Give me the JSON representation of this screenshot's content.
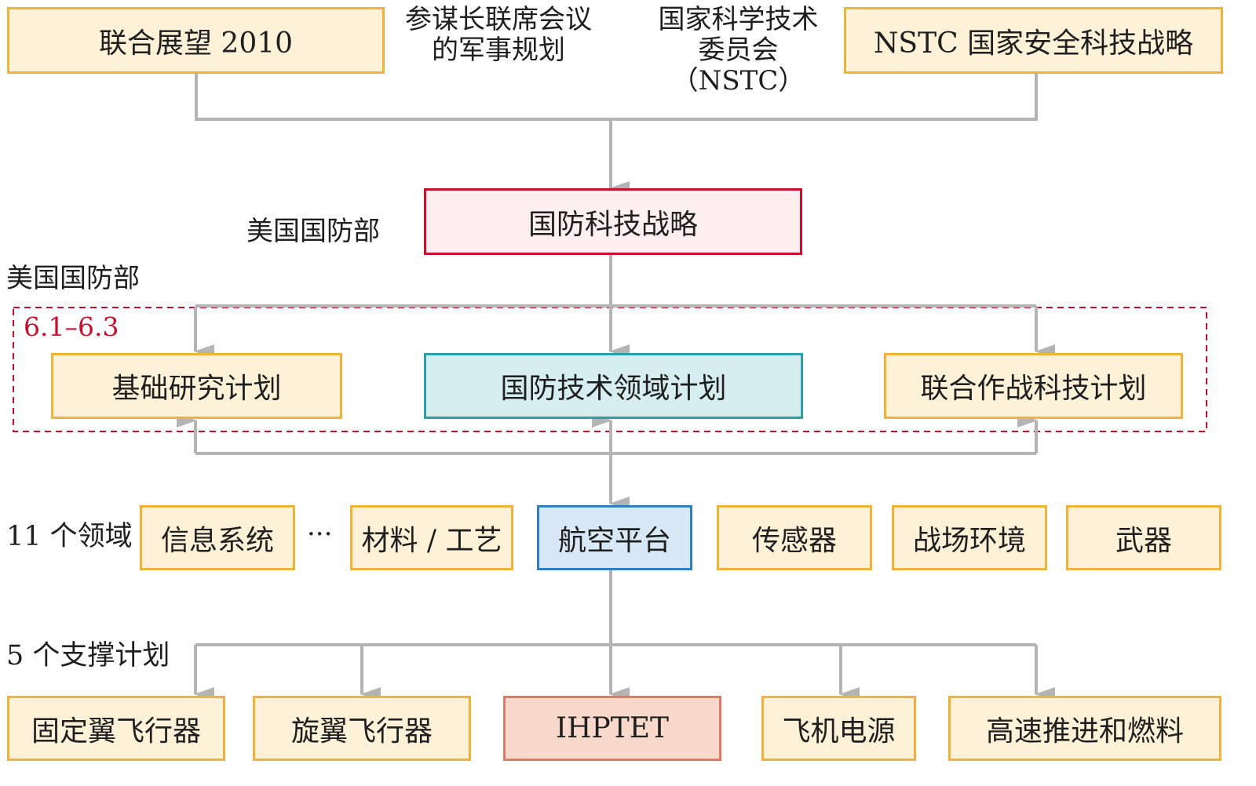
{
  "top": {
    "joint_vision": "联合展望 2010",
    "jcs_line1": "参谋长联席会议",
    "jcs_line2": "的军事规划",
    "nstc_line1": "国家科学技术",
    "nstc_line2": "委员会",
    "nstc_line3": "（NSTC）",
    "nstc_strategy": "NSTC 国家安全科技战略"
  },
  "dod_label_1": "美国国防部",
  "defense_strategy": "国防科技战略",
  "dod_label_2": "美国国防部",
  "budget_range": "6.1–6.3",
  "plans": {
    "basic_research": "基础研究计划",
    "defense_tech_area": "国防技术领域计划",
    "joint_warfighting": "联合作战科技计划"
  },
  "areas": {
    "label": "11 个领域",
    "info_systems": "信息系统",
    "ellipsis": "···",
    "materials": "材料 / 工艺",
    "air_platforms": "航空平台",
    "sensors": "传感器",
    "battlespace_env": "战场环境",
    "weapons": "武器"
  },
  "support": {
    "label": "5 个支撑计划",
    "fixed_wing": "固定翼飞行器",
    "rotary_wing": "旋翼飞行器",
    "ihptet": "IHPTET",
    "aircraft_power": "飞机电源",
    "high_speed": "高速推进和燃料"
  },
  "colors": {
    "orange_border": "#f2b23a",
    "orange_fill": "#fdf2d8",
    "red_border": "#c8102e",
    "teal_border": "#2a9fa8",
    "blue_border": "#2f7fc3",
    "salmon_border": "#e07a66",
    "connector": "#b4b4b4"
  }
}
